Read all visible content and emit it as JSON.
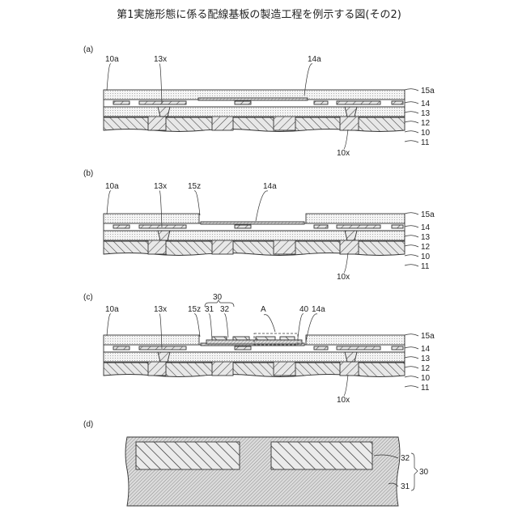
{
  "title": "第1実施形態に係る配線基板の製造工程を例示する図(その2)",
  "panels": [
    {
      "label": "(a)",
      "callouts": [
        "10a",
        "13x",
        "14a",
        "15a",
        "14",
        "13",
        "12",
        "10",
        "11",
        "10x"
      ]
    },
    {
      "label": "(b)",
      "callouts": [
        "10a",
        "13x",
        "15z",
        "14a",
        "15a",
        "14",
        "13",
        "12",
        "10",
        "11",
        "10x"
      ]
    },
    {
      "label": "(c)",
      "group_label": "30",
      "callouts": [
        "10a",
        "13x",
        "15z",
        "31",
        "32",
        "A",
        "40",
        "14a",
        "15a",
        "14",
        "13",
        "12",
        "10",
        "11",
        "10x"
      ]
    },
    {
      "label": "(d)",
      "group_label": "30",
      "callouts": [
        "32",
        "31"
      ]
    }
  ]
}
